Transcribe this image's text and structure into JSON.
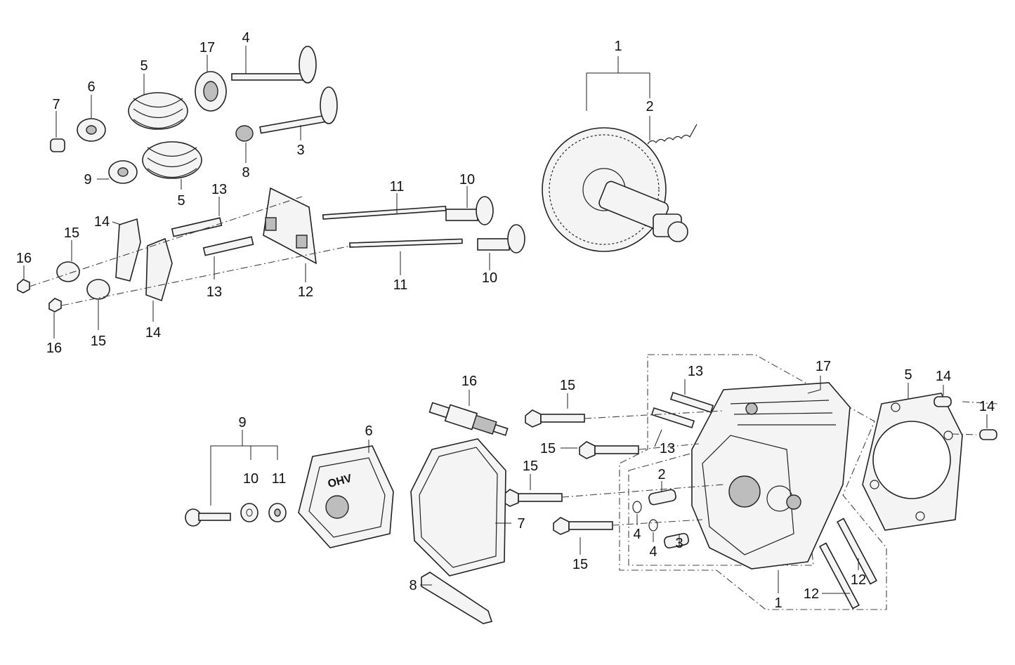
{
  "top_group": {
    "callouts": [
      "1",
      "2",
      "3",
      "4",
      "5",
      "5",
      "6",
      "7",
      "8",
      "9",
      "10",
      "10",
      "11",
      "11",
      "12",
      "13",
      "13",
      "14",
      "14",
      "15",
      "15",
      "16",
      "16",
      "17"
    ]
  },
  "bottom_group": {
    "callouts": [
      "1",
      "2",
      "3",
      "4",
      "4",
      "5",
      "6",
      "7",
      "8",
      "9",
      "10",
      "11",
      "12",
      "12",
      "13",
      "13",
      "14",
      "14",
      "15",
      "15",
      "15",
      "15",
      "16",
      "17"
    ]
  },
  "cover_marking": "OHV"
}
